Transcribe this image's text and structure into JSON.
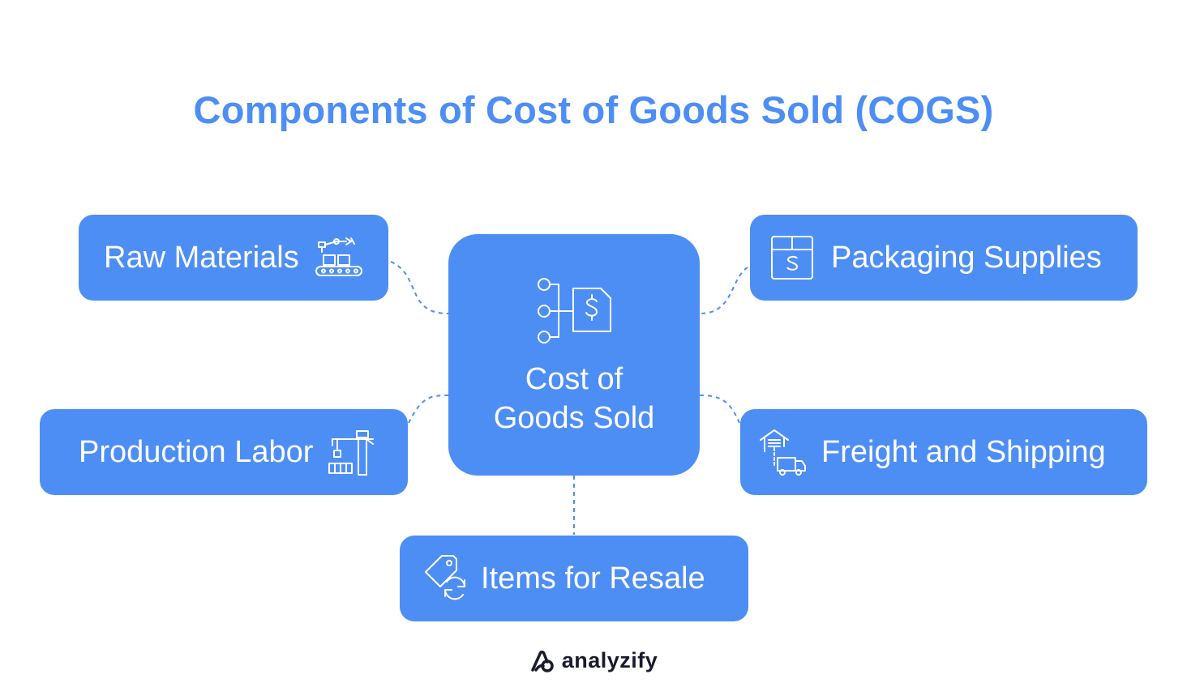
{
  "title": "Components of Cost of Goods Sold (COGS)",
  "center": {
    "label_line1": "Cost of",
    "label_line2": "Goods Sold",
    "icon": "cost-flow-dollar-icon"
  },
  "components": {
    "raw_materials": {
      "label": "Raw Materials",
      "icon": "conveyor-robot-arm-icon"
    },
    "packaging_supplies": {
      "label": "Packaging Supplies",
      "icon": "box-dollar-icon"
    },
    "production_labor": {
      "label": "Production Labor",
      "icon": "crane-icon"
    },
    "freight_shipping": {
      "label": "Freight and Shipping",
      "icon": "warehouse-truck-icon"
    },
    "items_resale": {
      "label": "Items for Resale",
      "icon": "tag-refresh-icon"
    }
  },
  "brand": {
    "name": "analyzify",
    "icon": "analyzify-logo-icon"
  },
  "colors": {
    "accent": "#4d8ef5",
    "text_on_accent": "#ffffff",
    "connector": "#4d8ef5",
    "brand_text": "#1a1a2e"
  }
}
